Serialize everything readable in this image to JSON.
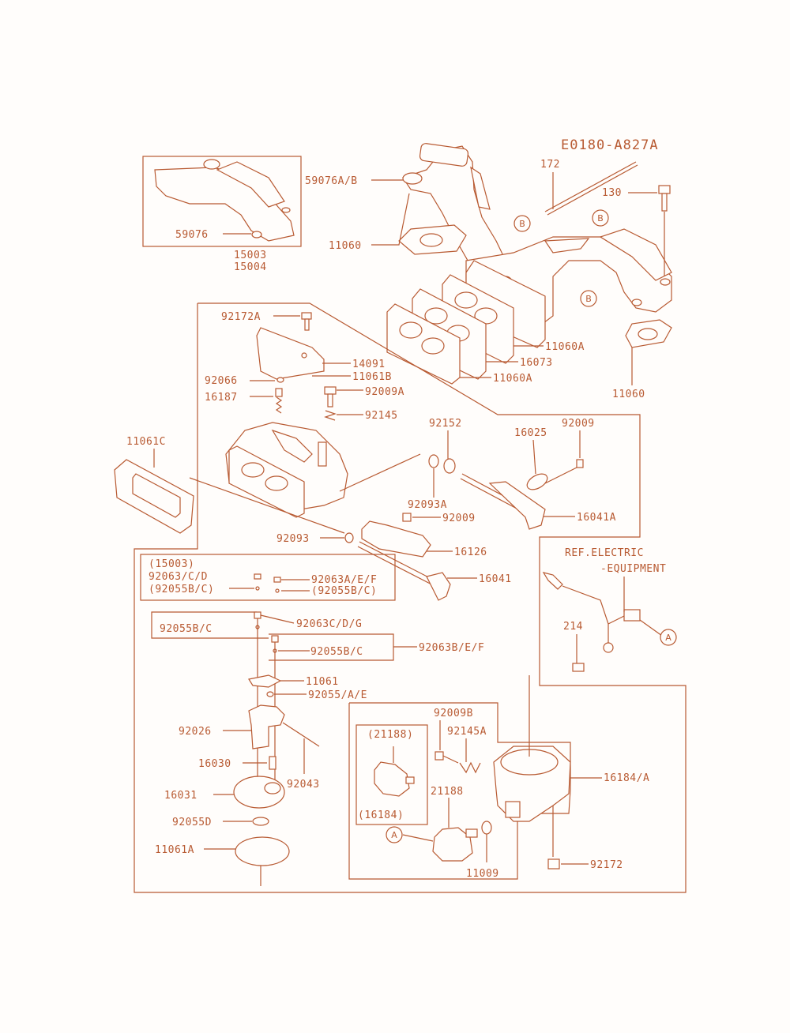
{
  "diagram_id": "E0180-A827A",
  "colors": {
    "ink": "#b85a32",
    "paper": "#fffdfb"
  },
  "labels": {
    "p172": "172",
    "p130": "130",
    "p59076ab": "59076A/B",
    "p59076": "59076",
    "p11060_top": "11060",
    "p15003": "15003",
    "p15004": "15004",
    "p92172a": "92172A",
    "p14091": "14091",
    "p11061b": "11061B",
    "p92066": "92066",
    "p16187": "16187",
    "p92009a": "92009A",
    "p92145": "92145",
    "p11060a_1": "11060A",
    "p16073": "16073",
    "p11060a_2": "11060A",
    "p11060_right": "11060",
    "p11061c": "11061C",
    "p92152": "92152",
    "p16025": "16025",
    "p92009_top": "92009",
    "p92093a": "92093A",
    "p92009_mid": "92009",
    "p16041a": "16041A",
    "p92093": "92093",
    "p16126": "16126",
    "p16041": "16041",
    "ref_electric": "REF.ELECTRIC",
    "equipment": "-EQUIPMENT",
    "p214": "214",
    "box_15003": "(15003)",
    "p92063cd": "92063/C/D",
    "p92063aef": "92063A/E/F",
    "p92055bc_l": "(92055B/C)",
    "p92055bc_r": "(92055B/C)",
    "p92055bc_2": "92055B/C",
    "p92063cdg": "92063C/D/G",
    "p92063bef": "92063B/E/F",
    "p92055bc_3": "92055B/C",
    "p11061": "11061",
    "p92055ae": "92055/A/E",
    "p92026": "92026",
    "p16030": "16030",
    "p92043": "92043",
    "p16031": "16031",
    "p92055d": "92055D",
    "p11061a": "11061A",
    "p92009b": "92009B",
    "p92145a": "92145A",
    "p21188_box": "(21188)",
    "p16184_box": "(16184)",
    "p21188": "21188",
    "p16184a": "16184/A",
    "p92172": "92172",
    "p11009": "11009"
  },
  "callouts": {
    "a": "A",
    "b": "B"
  }
}
